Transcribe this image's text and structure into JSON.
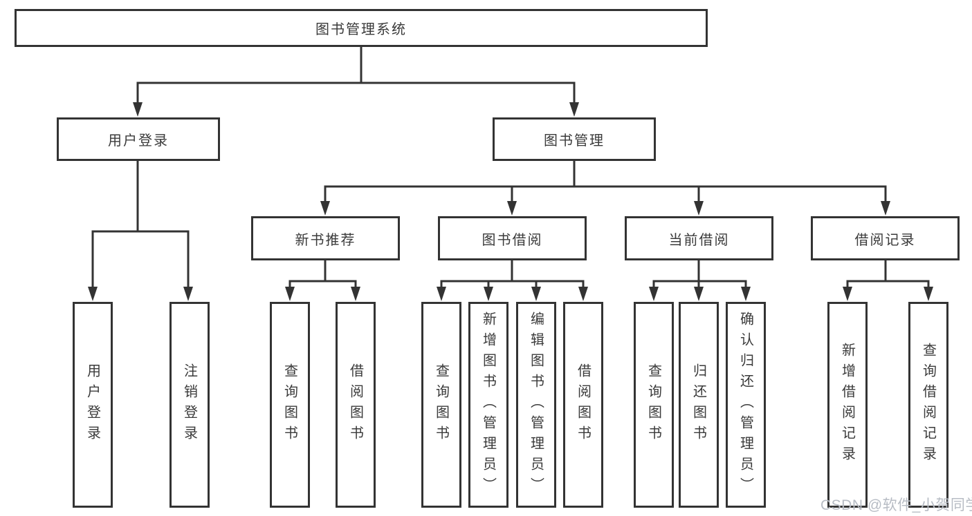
{
  "root": {
    "label": "图书管理系统"
  },
  "level2": {
    "user_login": {
      "label": "用户登录"
    },
    "book_mgmt": {
      "label": "图书管理"
    }
  },
  "level3": {
    "new_books": {
      "label": "新书推荐"
    },
    "book_borrow": {
      "label": "图书借阅"
    },
    "current_borrow": {
      "label": "当前借阅"
    },
    "borrow_records": {
      "label": "借阅记录"
    }
  },
  "leaves": {
    "user_login": [
      "用户登录",
      "注销登录"
    ],
    "new_books": [
      "查询图书",
      "借阅图书"
    ],
    "book_borrow": [
      "查询图书",
      "新增图书（管理员）",
      "编辑图书（管理员）",
      "借阅图书"
    ],
    "current_borrow": [
      "查询图书",
      "归还图书",
      "确认归还（管理员）"
    ],
    "borrow_records": [
      "新增借阅记录",
      "查询借阅记录"
    ]
  },
  "watermark": {
    "text": "CSDN @软件_小贺同学"
  },
  "style": {
    "line_color": "#333333",
    "box_fill": "#ffffff",
    "text_color": "#3a3a3a",
    "watermark_color": "#b7bcc4"
  }
}
